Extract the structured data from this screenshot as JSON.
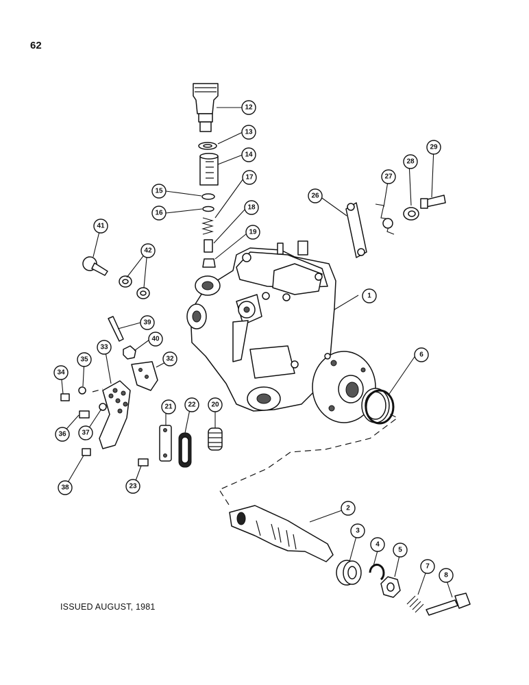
{
  "page_number": "62",
  "footer": "ISSUED AUGUST, 1981",
  "callouts": [
    "1",
    "2",
    "3",
    "4",
    "5",
    "6",
    "7",
    "8",
    "12",
    "13",
    "14",
    "15",
    "16",
    "17",
    "18",
    "19",
    "20",
    "21",
    "22",
    "23",
    "26",
    "27",
    "28",
    "29",
    "32",
    "33",
    "34",
    "35",
    "36",
    "37",
    "38",
    "39",
    "40",
    "41",
    "42"
  ]
}
